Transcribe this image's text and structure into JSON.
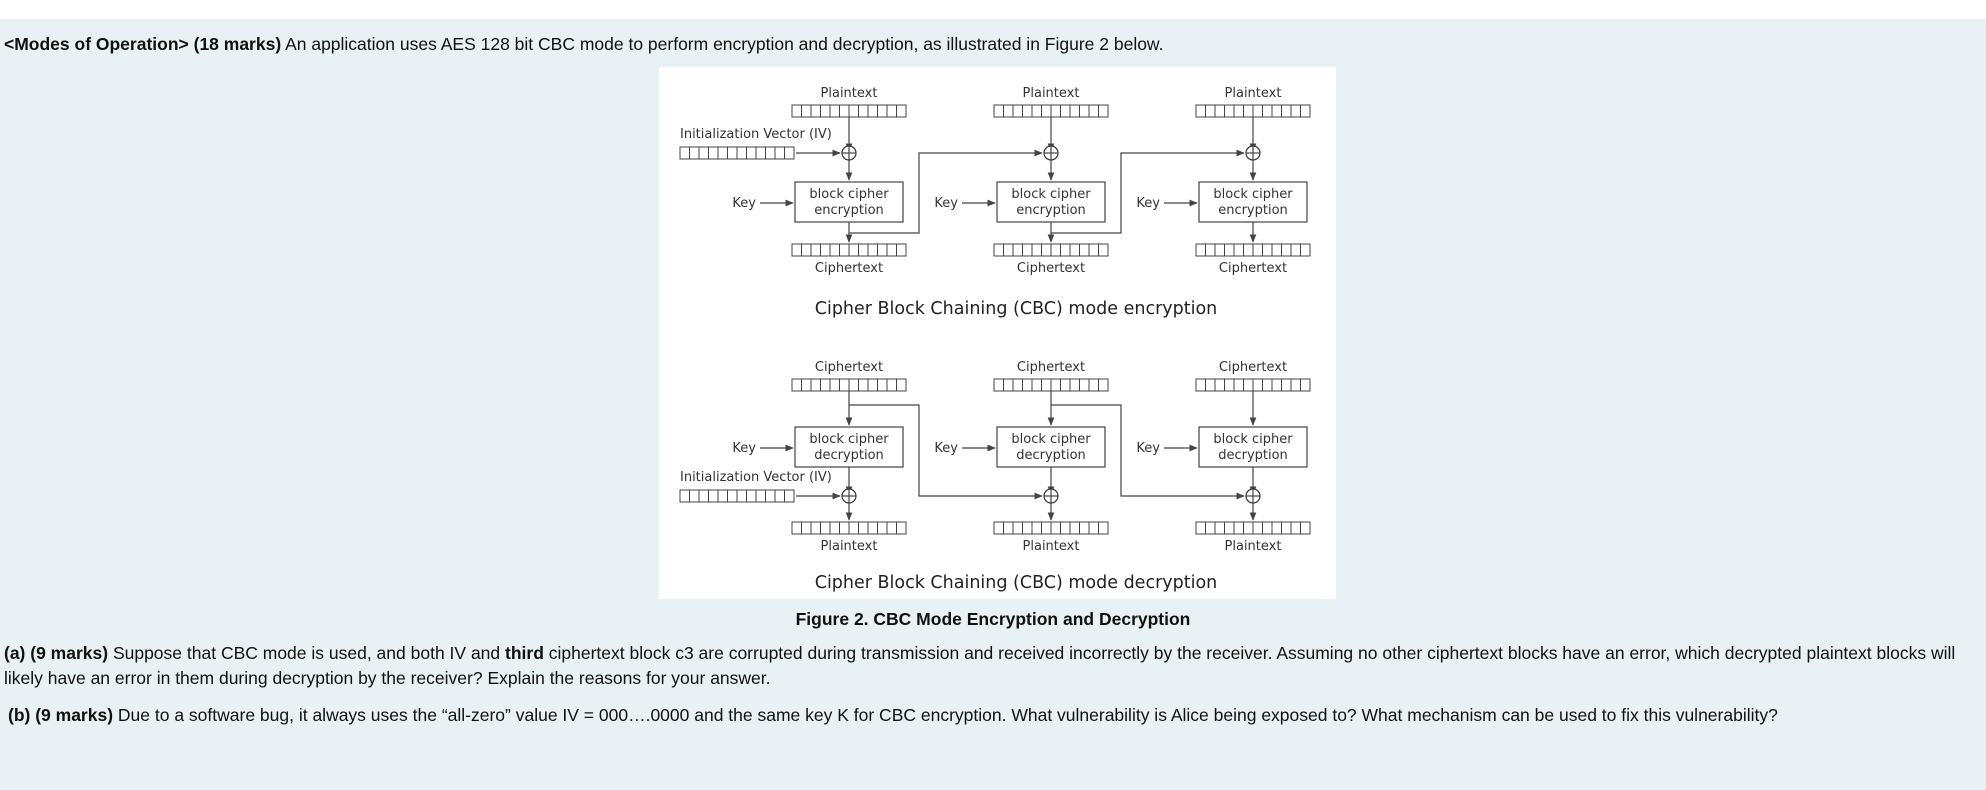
{
  "intro": {
    "heading": "<Modes of Operation> (18 marks)",
    "text": " An application uses AES 128 bit CBC mode to perform encryption and decryption, as illustrated in Figure 2 below."
  },
  "diagram": {
    "encryption": {
      "title": "Cipher Block Chaining (CBC) mode encryption",
      "input_label": "Plaintext",
      "output_label": "Ciphertext",
      "iv_label": "Initialization Vector (IV)",
      "key_label": "Key",
      "block_label_line1": "block cipher",
      "block_label_line2": "encryption"
    },
    "decryption": {
      "title": "Cipher Block Chaining (CBC) mode decryption",
      "input_label": "Ciphertext",
      "output_label": "Plaintext",
      "iv_label": "Initialization Vector (IV)",
      "key_label": "Key",
      "block_label_line1": "block cipher",
      "block_label_line2": "decryption"
    }
  },
  "figure_caption": "Figure 2. CBC Mode Encryption and Decryption",
  "question_a": {
    "label": "(a) (9 marks)",
    "text_before": " Suppose that CBC mode is used, and both IV and ",
    "emphasis": "third",
    "text_after": " ciphertext block c3 are corrupted during transmission and received incorrectly by the receiver. Assuming no other ciphertext blocks have an error, which decrypted plaintext blocks will likely have an error in them during decryption by the receiver? Explain the reasons for your answer."
  },
  "question_b": {
    "label": "(b) (9 marks)",
    "text": " Due to a software bug, it always uses the “all-zero” value IV = 000….0000 and the same key K for CBC encryption. What vulnerability is Alice being exposed to? What mechanism can be used to fix this vulnerability?"
  }
}
